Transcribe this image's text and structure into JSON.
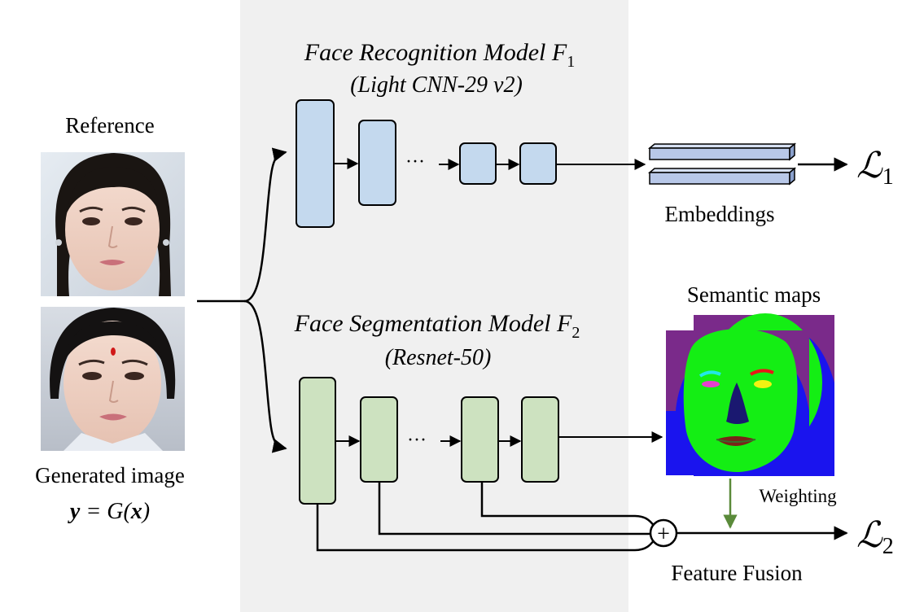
{
  "reference": {
    "label": "Reference"
  },
  "generated": {
    "label": "Generated image",
    "formula_y": "y",
    "formula_rest": " = G(",
    "formula_x": "x",
    "formula_close": ")"
  },
  "recognition_model": {
    "title": "Face Recognition Model F",
    "title_sub": "1",
    "subtitle": "(Light CNN-29 v2)"
  },
  "segmentation_model": {
    "title": "Face Segmentation Model F",
    "title_sub": "2",
    "subtitle": "(Resnet-50)"
  },
  "ellipsis": "···",
  "embeddings": {
    "label": "Embeddings"
  },
  "semantic_maps": {
    "label": "Semantic maps"
  },
  "weighting": {
    "label": "Weighting"
  },
  "feature_fusion": {
    "label": "Feature Fusion",
    "symbol": "+"
  },
  "loss1": {
    "symbol": "ℒ",
    "sub": "1"
  },
  "loss2": {
    "symbol": "ℒ",
    "sub": "2"
  },
  "colors": {
    "recognition_block": "#c4d9ee",
    "segmentation_block": "#cde2c0",
    "embedding_bar": "#b8c8e8",
    "weighting_arrow": "#5a8a3a",
    "map_background": "#1a14ee",
    "map_face": "#14ee14",
    "map_hair": "#7a2a8a"
  }
}
